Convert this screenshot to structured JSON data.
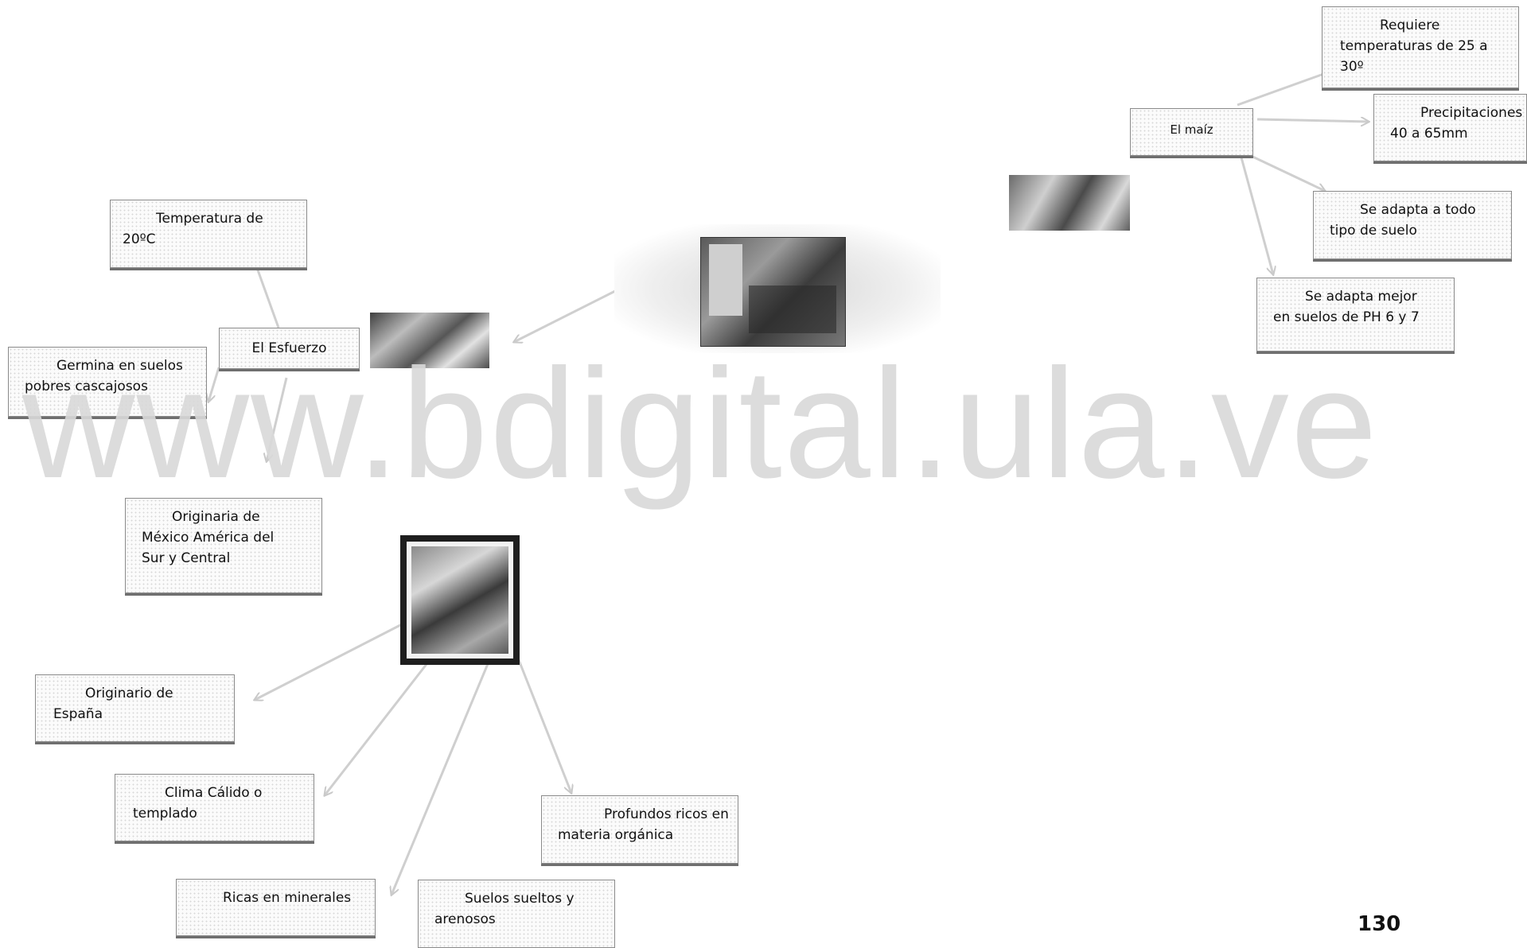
{
  "watermark": "www.bdigital.ula.ve",
  "page_number": "130",
  "nodes": {
    "maiz": [
      "El maíz"
    ],
    "temperaturas": [
      "Requiere",
      "temperaturas de 25 a",
      "30º"
    ],
    "precipitaciones": [
      "Precipitaciones",
      "40 a 65mm"
    ],
    "adapta_suelo": [
      "Se adapta a todo",
      "tipo de suelo"
    ],
    "adapta_ph": [
      "Se adapta mejor",
      "en suelos de PH 6 y 7"
    ],
    "temperatura20": [
      "Temperatura de",
      "20ºC"
    ],
    "esfuerzo": [
      "El Esfuerzo"
    ],
    "germina": [
      "Germina en suelos",
      "pobres cascajosos"
    ],
    "originaria_mexico": [
      "Originaria de",
      "México  América del",
      "Sur y Central"
    ],
    "originario_espana": [
      "Originario de",
      "España"
    ],
    "clima": [
      "Clima Cálido o",
      "templado"
    ],
    "profundos": [
      "Profundos ricos en",
      "materia orgánica"
    ],
    "ricas": [
      "Ricas en minerales"
    ],
    "suelos_sueltos": [
      "Suelos  sueltos y",
      "arenosos"
    ]
  }
}
